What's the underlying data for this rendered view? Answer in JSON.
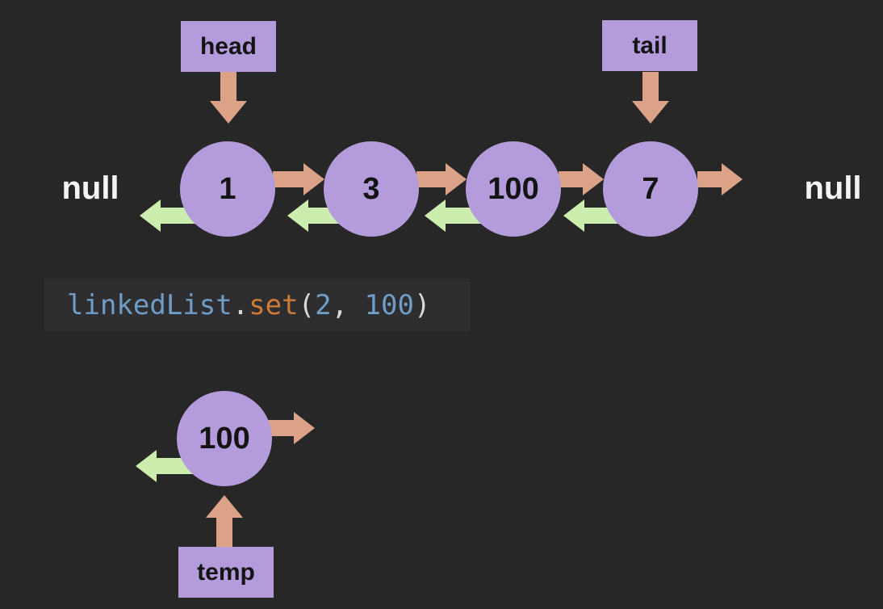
{
  "colors": {
    "bg": "#272727",
    "code-bg": "#2e2e31",
    "purple": "#b49bdc",
    "tan": "#dba288",
    "green": "#cbedae",
    "ink": "#141414",
    "light": "#f4f4f4",
    "code-blue": "#6f9dc6",
    "code-orange": "#ce7b38",
    "code-punct": "#d8d8d8"
  },
  "diagram": {
    "pointers": {
      "head": "head",
      "tail": "tail",
      "temp": "temp"
    },
    "null_left": "null",
    "null_right": "null",
    "nodes": [
      "1",
      "3",
      "100",
      "7"
    ],
    "temp_node_value": "100",
    "next_arrow_color_name": "tan",
    "prev_arrow_color_name": "green"
  },
  "code": {
    "tokens": [
      {
        "text": "linkedList",
        "type": "identifier"
      },
      {
        "text": ".",
        "type": "punctuation"
      },
      {
        "text": "set",
        "type": "method"
      },
      {
        "text": "(",
        "type": "punctuation"
      },
      {
        "text": "2",
        "type": "number"
      },
      {
        "text": ", ",
        "type": "punctuation"
      },
      {
        "text": "100",
        "type": "number"
      },
      {
        "text": ")",
        "type": "punctuation"
      }
    ]
  }
}
